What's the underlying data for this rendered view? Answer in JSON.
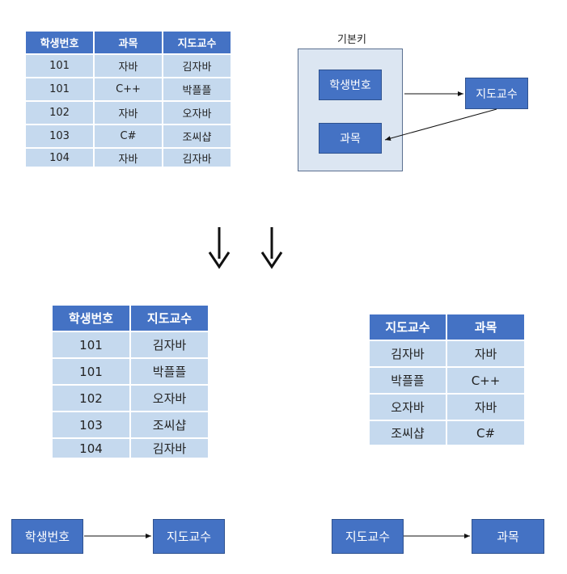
{
  "table_top": {
    "headers": [
      "학생번호",
      "과목",
      "지도교수"
    ],
    "rows": [
      [
        "101",
        "자바",
        "김자바"
      ],
      [
        "101",
        "C++",
        "박플플"
      ],
      [
        "102",
        "자바",
        "오자바"
      ],
      [
        "103",
        "C#",
        "조씨샵"
      ],
      [
        "104",
        "자바",
        "김자바"
      ]
    ]
  },
  "key_diagram": {
    "caption": "기본키",
    "key_nodes": [
      "학생번호",
      "과목"
    ],
    "dependent_node": "지도교수"
  },
  "table_left": {
    "headers": [
      "학생번호",
      "지도교수"
    ],
    "rows": [
      [
        "101",
        "김자바"
      ],
      [
        "101",
        "박플플"
      ],
      [
        "102",
        "오자바"
      ],
      [
        "103",
        "조씨샵"
      ],
      [
        "104",
        "김자바"
      ]
    ]
  },
  "table_right": {
    "headers": [
      "지도교수",
      "과목"
    ],
    "rows": [
      [
        "김자바",
        "자바"
      ],
      [
        "박플플",
        "C++"
      ],
      [
        "오자바",
        "자바"
      ],
      [
        "조씨샵",
        "C#"
      ]
    ]
  },
  "dependency_left": {
    "from": "학생번호",
    "to": "지도교수"
  },
  "dependency_right": {
    "from": "지도교수",
    "to": "과목"
  },
  "colors": {
    "header_fill": "#4472c4",
    "cell_fill": "#c5d9ee",
    "box_fill": "#dce6f2"
  }
}
